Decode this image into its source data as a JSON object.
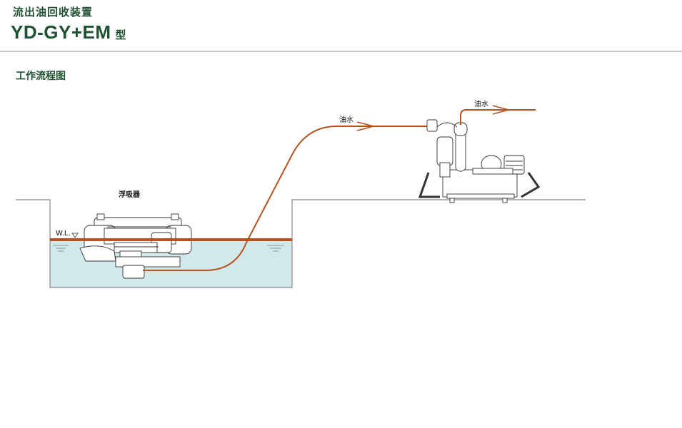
{
  "header": {
    "subtitle": "流出油回收装置",
    "model": "YD-GY+EM",
    "model_suffix": "型"
  },
  "section": {
    "title": "工作流程图"
  },
  "diagram": {
    "labels": {
      "skimmer": "浮吸器",
      "water_level": "W.L.",
      "flow_1": "油水",
      "flow_2": "油水"
    },
    "colors": {
      "accent": "#1e5230",
      "hose": "#b5521f",
      "water": "#d2e9ec",
      "ground": "#888888"
    }
  }
}
